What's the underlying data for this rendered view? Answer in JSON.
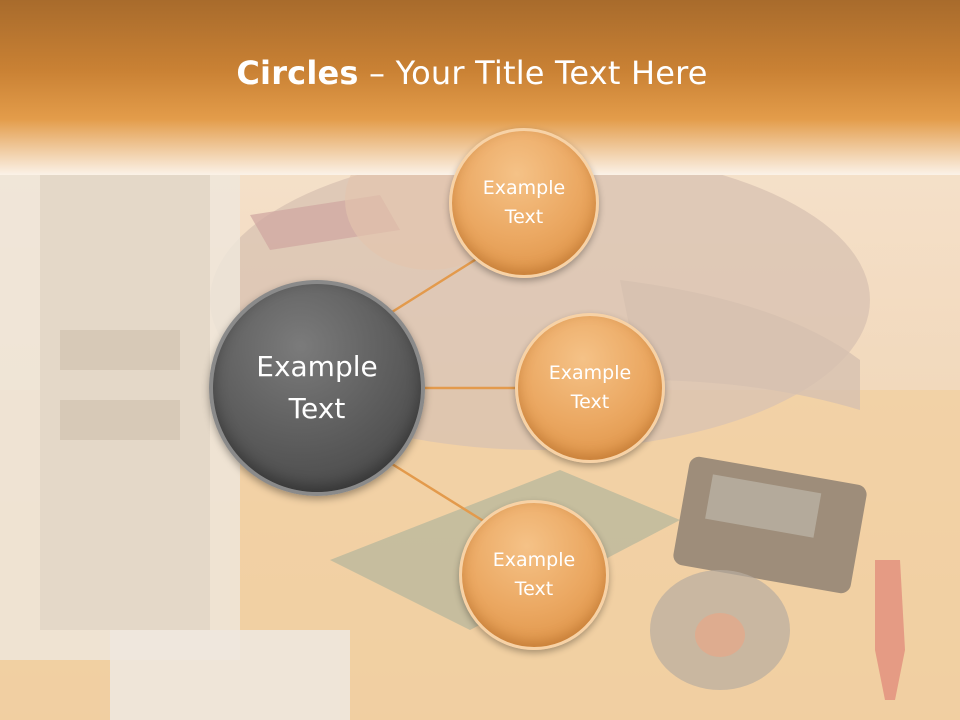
{
  "title": {
    "bold": "Circles",
    "rest": " – Your Title Text Here"
  },
  "center_circle": {
    "label": "Example Text"
  },
  "outer_circles": [
    {
      "label": "Example Text"
    },
    {
      "label": "Example Text"
    },
    {
      "label": "Example Text"
    }
  ],
  "colors": {
    "header": "#c98134",
    "center_circle": "#5a5a5a",
    "outer_circle": "#eba862",
    "connector": "#e39a4c"
  }
}
